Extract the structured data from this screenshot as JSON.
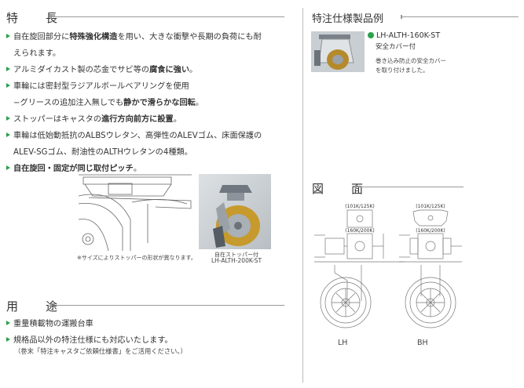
{
  "features": {
    "title": "特　長",
    "items": [
      {
        "pre": "自在旋回部分に",
        "bold": "特殊強化構造",
        "post": "を用い、大きな衝撃や長期の負荷にも耐",
        "cont": "えられます。"
      },
      {
        "pre": "アルミダイカスト製の芯金でサビ等の",
        "bold": "腐食に強い",
        "post": "。"
      },
      {
        "pre": "車輪には密封型ラジアルボールベアリングを使用",
        "cont_pre": "−グリースの追加注入無しでも",
        "cont_bold": "静かで滑らかな回転",
        "cont_post": "。"
      },
      {
        "pre": "ストッパーはキャスタの",
        "bold": "進行方向前方に設置",
        "post": "。"
      },
      {
        "pre": "車輪は低始動抵抗のALBSウレタン、高弾性のALEVゴム、床面保護の",
        "cont": "ALEV-SGゴム、耐油性のALTHウレタンの4種類。"
      },
      {
        "bold": "自在旋回・固定が同じ取付ピッチ",
        "post": "。"
      }
    ]
  },
  "figure_note": "※サイズによりストッパーの形状が異なります。",
  "photo_caption": {
    "line1": "自在ストッパー付",
    "line2": "LH-ALTH-200K-ST"
  },
  "usage": {
    "title": "用　途",
    "items": [
      "重量積載物の運搬台車",
      "規格品以外の特注仕様にも対応いたします。"
    ],
    "note": "（巻末「特注キャスタご依頼仕様書」をご活用ください。）"
  },
  "special": {
    "title": "特注仕様製品例",
    "model": "LH-ALTH-160K-ST",
    "subtitle": "安全カバー付",
    "desc1": "巻き込み防止の安全カバー",
    "desc2": "を取り付けました。"
  },
  "drawing": {
    "title": "図　面",
    "tag_top": "(101K/125K)",
    "tag_bottom": "(160K/200K)",
    "label_lh": "LH",
    "label_bh": "BH"
  },
  "colors": {
    "accent": "#2aa24c",
    "rule": "#999999"
  }
}
